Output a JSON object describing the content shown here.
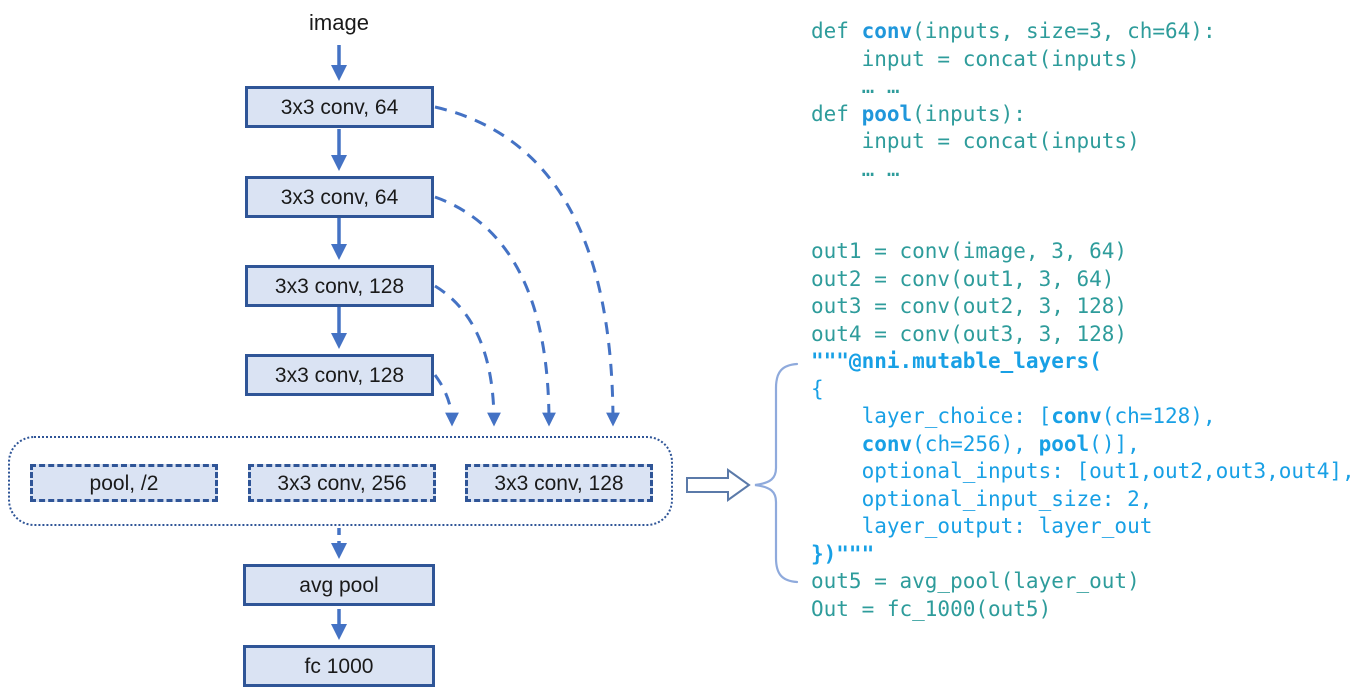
{
  "diagram": {
    "input_label": "image",
    "layers": [
      "3x3 conv, 64",
      "3x3 conv, 64",
      "3x3 conv, 128",
      "3x3 conv, 128"
    ],
    "choices": [
      "pool, /2",
      "3x3 conv, 256",
      "3x3 conv, 128"
    ],
    "avg_pool_label": "avg pool",
    "fc_label": "fc 1000"
  },
  "colors": {
    "box_fill": "#DAE3F3",
    "box_border": "#2F5597",
    "arrow": "#4472C4",
    "dotted_container_border": "#2F5597",
    "block_arrow_border": "#5B7AA9",
    "brace": "#8FAADC",
    "code_teal": "#2E9C9B",
    "code_blue": "#18A0E5",
    "code_keyword_blue": "#2097DB",
    "diagram_text": "#1a1a1a"
  },
  "code": {
    "lines": [
      [
        {
          "t": "def ",
          "c": "t"
        },
        {
          "t": "conv",
          "c": "k"
        },
        {
          "t": "(inputs, size=3, ch=64):",
          "c": "t"
        }
      ],
      [
        {
          "t": "    input = concat(inputs)",
          "c": "t"
        }
      ],
      [
        {
          "t": "    … …",
          "c": "t"
        }
      ],
      [
        {
          "t": "def ",
          "c": "t"
        },
        {
          "t": "pool",
          "c": "k"
        },
        {
          "t": "(inputs):",
          "c": "t"
        }
      ],
      [
        {
          "t": "    input = concat(inputs)",
          "c": "t"
        }
      ],
      [
        {
          "t": "    … …",
          "c": "t"
        }
      ],
      [],
      [],
      [
        {
          "t": "out1 = conv(image, 3, 64)",
          "c": "t"
        }
      ],
      [
        {
          "t": "out2 = conv(out1, 3, 64)",
          "c": "t"
        }
      ],
      [
        {
          "t": "out3 = conv(out2, 3, 128)",
          "c": "t"
        }
      ],
      [
        {
          "t": "out4 = conv(out3, 3, 128)",
          "c": "t"
        }
      ],
      [
        {
          "t": "\"\"\"@nni.mutable_layers(",
          "c": "bb"
        }
      ],
      [
        {
          "t": "{",
          "c": "b"
        }
      ],
      [
        {
          "t": "    layer_choice: [",
          "c": "b"
        },
        {
          "t": "conv",
          "c": "bb"
        },
        {
          "t": "(ch=128),",
          "c": "b"
        }
      ],
      [
        {
          "t": "    ",
          "c": "b"
        },
        {
          "t": "conv",
          "c": "bb"
        },
        {
          "t": "(ch=256), ",
          "c": "b"
        },
        {
          "t": "pool",
          "c": "bb"
        },
        {
          "t": "()],",
          "c": "b"
        }
      ],
      [
        {
          "t": "    optional_inputs: [out1,out2,out3,out4],",
          "c": "b"
        }
      ],
      [
        {
          "t": "    optional_input_size: 2,",
          "c": "b"
        }
      ],
      [
        {
          "t": "    layer_output: layer_out",
          "c": "b"
        }
      ],
      [
        {
          "t": "})\"\"\"",
          "c": "bb"
        }
      ],
      [
        {
          "t": "out5 = avg_pool(layer_out)",
          "c": "t"
        }
      ],
      [
        {
          "t": "Out = fc_1000(out5)",
          "c": "t"
        }
      ]
    ]
  }
}
